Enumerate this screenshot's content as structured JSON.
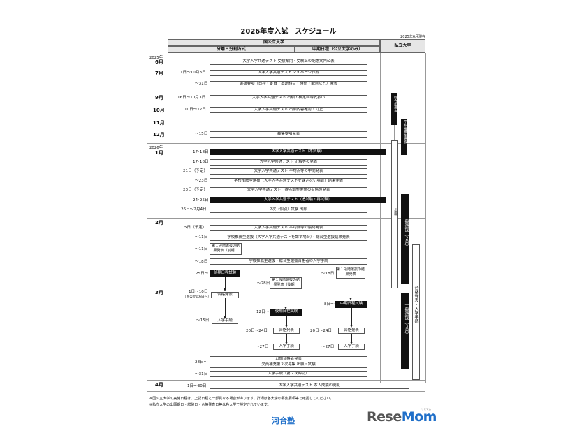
{
  "title": "2026年度入試　スケジュール",
  "as_of": "2025年6月現在",
  "headers": {
    "national": "国公立大学",
    "split": "分離・分割方式",
    "middle": "中期日程（公立大学のみ）",
    "private": "私立大学"
  },
  "years": {
    "y2025": "2025年",
    "y2026": "2026年"
  },
  "months": {
    "m6a": "6月",
    "m7": "7月",
    "m9": "9月",
    "m10": "10月",
    "m11": "11月",
    "m12": "12月",
    "m1": "1月",
    "m2": "2月",
    "m3": "3月",
    "m4": "4月"
  },
  "rows": [
    {
      "date": "",
      "text": "大学入学共通テスト 受験案内・受験上の配慮案内公表"
    },
    {
      "date": "1日〜10月3日",
      "text": "大学入学共通テスト マイページ作成"
    },
    {
      "date": "〜31日",
      "text": "選抜要項（日程・定員・出題科目・時間・配点など）発表"
    },
    {
      "date": "16日〜10月3日",
      "text": "大学入学共通テスト 出願・検定料等支払い"
    },
    {
      "date": "10日〜17日",
      "text": "大学入学共通テスト 出願内容確認・訂正"
    },
    {
      "date": "〜15日",
      "text": "募集要項発表"
    },
    {
      "date": "17･18日",
      "text": "大学入学共通テスト（本試験）"
    },
    {
      "date": "17･18日",
      "text": "大学入学共通テスト 正解等の発表"
    },
    {
      "date": "21日（予定）",
      "text": "大学入学共通テスト 平均点等の中間発表"
    },
    {
      "date": "〜23日",
      "text": "学校推薦型選抜（大学入学共通テストを課さない場合）結果発表"
    },
    {
      "date": "23日（予定）",
      "text": "大学入学共通テスト　得点調整実施の有無の発表"
    },
    {
      "date": "24･25日",
      "text": "大学入学共通テスト（追試験・再試験）"
    },
    {
      "date": "26日〜2月4日",
      "text": "2次（個別）試験 出願"
    },
    {
      "date": "5日（予定）",
      "text": "大学入学共通テスト 平均点等の最終発表"
    },
    {
      "date": "〜11日",
      "text": "学校推薦型選抜（大学入学共通テストを課す場合）・総合型選抜結果発表"
    },
    {
      "date": "〜18日",
      "text": "学校推薦型選抜・総合型選抜合格者の入学手続"
    }
  ],
  "split_flow": {
    "first_stage_date": "〜11日",
    "first_stage_label": "第１段階選抜の結果発表（前期）",
    "zenki_date": "25日〜",
    "zenki_label": "前期日程試験",
    "zenki_result_date": "1日〜10日",
    "zenki_result_note": "（国公立は6日〜）",
    "zenki_result_label": "合格発表",
    "zenki_proc_date": "〜15日",
    "zenki_proc_label": "入学手続",
    "kouki_first_date": "〜28日",
    "kouki_first_label": "第１段階選抜の結果発表（後期）",
    "kouki_date": "12日〜",
    "kouki_label": "後期日程試験",
    "kouki_result_date": "20日〜24日",
    "kouki_result_label": "合格発表",
    "kouki_proc_date": "〜27日",
    "kouki_proc_label": "入学手続"
  },
  "middle_flow": {
    "first_stage_date": "〜18日",
    "first_stage_label": "第１段階選抜の結果発表",
    "exam_date": "8日〜",
    "exam_label": "中期日程試験",
    "result_date": "20日〜24日",
    "result_label": "合格発表",
    "proc_date": "〜27日",
    "proc_label": "入学手続"
  },
  "late_rows": [
    {
      "date": "28日〜",
      "text": "追加合格者発表"
    },
    {
      "date": "",
      "text": "欠員補充第２次募集 出願・試験"
    },
    {
      "date": "〜31日",
      "text": "入学手続（第２次締切）"
    },
    {
      "date": "1日〜30日",
      "text": "大学入学共通テスト 本人成績の閲覧"
    }
  ],
  "private_bars": {
    "sogo": "総合型選抜",
    "suisen": "学校推薦型選抜",
    "shutsugan": "出願",
    "ippan_feb": "一般選抜（２月）",
    "ippan_mar": "一般選抜（３月）",
    "gokaku": "合格発表・入学手続"
  },
  "notes": {
    "n1": "※国公立大学の実施日程は、上記日程と一部異なる場合があります。詳細は各大学の募集要項等で確認してください。",
    "n2": "※私立大学の出願期日・試験日・合格発表日等は各大学で設定されています。"
  },
  "logos": {
    "kawai": "河合塾",
    "rese": "Rese",
    "mom": "Mom",
    "kana": "リセマム"
  }
}
